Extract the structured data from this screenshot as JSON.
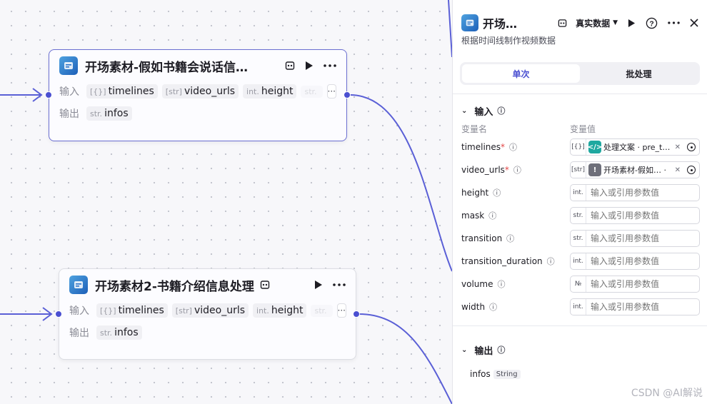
{
  "nodes": [
    {
      "title": "开场素材-假如书籍会说话信…",
      "inputs_label": "输入",
      "outputs_label": "输出",
      "inputs": [
        {
          "type": "[{}]",
          "name": "timelines"
        },
        {
          "type": "[str]",
          "name": "video_urls"
        },
        {
          "type": "int.",
          "name": "height"
        },
        {
          "type": "str.",
          "name": ""
        }
      ],
      "outputs": [
        {
          "type": "str.",
          "name": "infos"
        }
      ]
    },
    {
      "title": "开场素材2-书籍介绍信息处理",
      "inputs_label": "输入",
      "outputs_label": "输出",
      "inputs": [
        {
          "type": "[{}]",
          "name": "timelines"
        },
        {
          "type": "[str]",
          "name": "video_urls"
        },
        {
          "type": "int.",
          "name": "height"
        },
        {
          "type": "str.",
          "name": ""
        }
      ],
      "outputs": [
        {
          "type": "str.",
          "name": "infos"
        }
      ]
    }
  ],
  "panel": {
    "title": "开场…",
    "mode_label": "真实数据",
    "subtitle": "根据时间线制作视频数据",
    "tabs": {
      "single": "单次",
      "batch": "批处理"
    },
    "inputs_title": "输入",
    "col_name": "变量名",
    "col_value": "变量值",
    "params": [
      {
        "name": "timelines",
        "required": true,
        "type": "[{}]",
        "ref": "处理文案 · pre_t…",
        "ref_color": "#1fa8a0"
      },
      {
        "name": "video_urls",
        "required": true,
        "type": "[str]",
        "ref": "开场素材-假如… ·",
        "ref_color": "#6e6f7a"
      },
      {
        "name": "height",
        "required": false,
        "type": "int.",
        "placeholder": "输入或引用参数值"
      },
      {
        "name": "mask",
        "required": false,
        "type": "str.",
        "placeholder": "输入或引用参数值"
      },
      {
        "name": "transition",
        "required": false,
        "type": "str.",
        "placeholder": "输入或引用参数值"
      },
      {
        "name": "transition_duration",
        "required": false,
        "type": "int.",
        "placeholder": "输入或引用参数值"
      },
      {
        "name": "volume",
        "required": false,
        "type": "№",
        "placeholder": "输入或引用参数值"
      },
      {
        "name": "width",
        "required": false,
        "type": "int.",
        "placeholder": "输入或引用参数值"
      }
    ],
    "outputs_title": "输出",
    "outputs": [
      {
        "name": "infos",
        "type": "String"
      }
    ]
  },
  "watermark": "CSDN @AI解说",
  "colors": {
    "accent": "#4a4fd1",
    "edge": "#5a5fd6"
  }
}
